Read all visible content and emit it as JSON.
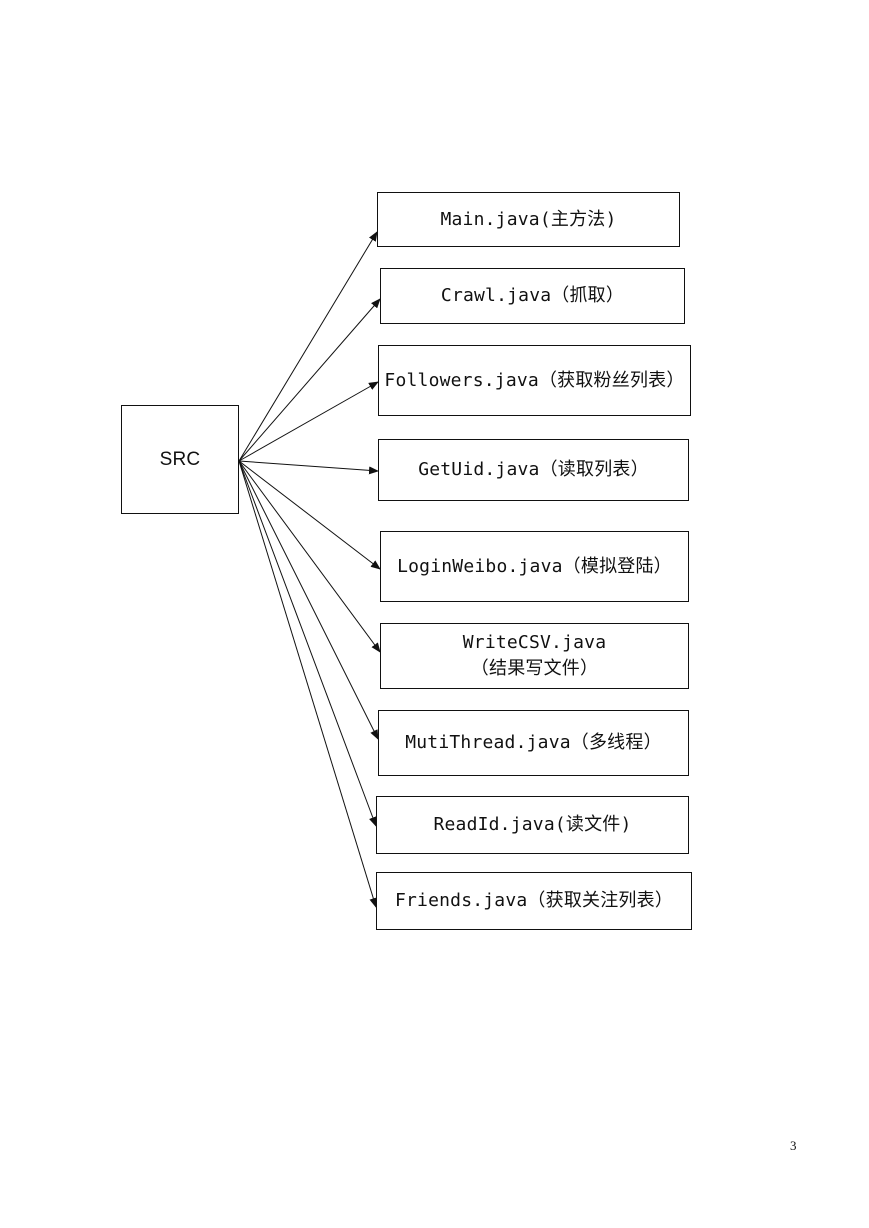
{
  "root": {
    "label": "SRC"
  },
  "files": [
    {
      "name": "Main.java",
      "desc": "(主方法)"
    },
    {
      "name": "Crawl.java",
      "desc": "（抓取）"
    },
    {
      "name": "Followers.java",
      "desc": "（获取粉丝列表）"
    },
    {
      "name": "GetUid.java",
      "desc": "（读取列表）"
    },
    {
      "name": "LoginWeibo.java",
      "desc": "（模拟登陆）"
    },
    {
      "name": "WriteCSV.java",
      "desc": "（结果写文件）"
    },
    {
      "name": "MutiThread.java",
      "desc": "（多线程）"
    },
    {
      "name": "ReadId.java",
      "desc": "(读文件)"
    },
    {
      "name": "Friends.java",
      "desc": "（获取关注列表）"
    }
  ],
  "page_number": "3"
}
